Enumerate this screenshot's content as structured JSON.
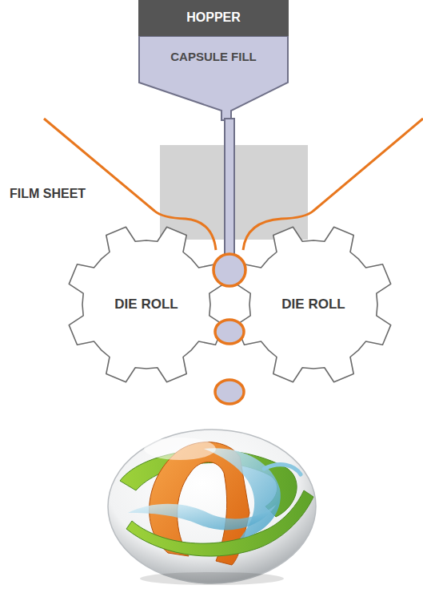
{
  "diagram": {
    "nodes": [
      {
        "text": [
          "HOPPER",
          "CAPSULE FILL"
        ]
      },
      {
        "text": [
          "DIE ROLL"
        ]
      },
      {
        "text": [
          "DIE ROLL"
        ]
      }
    ],
    "labels": [
      "FILM SHEET"
    ]
  }
}
